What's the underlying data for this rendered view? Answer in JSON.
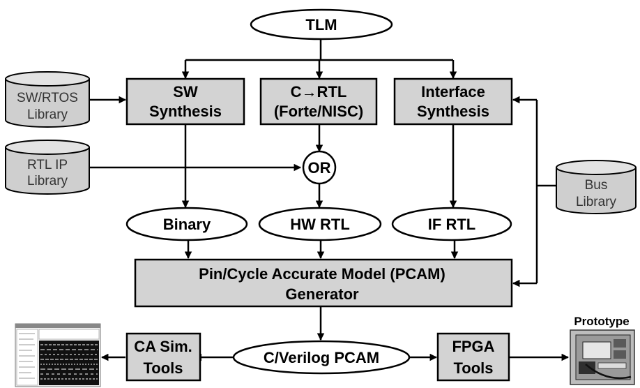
{
  "diagram": {
    "tlm": "TLM",
    "sw_synthesis": [
      "SW",
      "Synthesis"
    ],
    "c_rtl": [
      "C→RTL",
      "(Forte/NISC)"
    ],
    "interface_synthesis": [
      "Interface",
      "Synthesis"
    ],
    "sw_rtos_library": [
      "SW/RTOS",
      "Library"
    ],
    "rtl_ip_library": [
      "RTL IP",
      "Library"
    ],
    "bus_library": [
      "Bus",
      "Library"
    ],
    "or": "OR",
    "binary": "Binary",
    "hw_rtl": "HW RTL",
    "if_rtl": "IF RTL",
    "pcam_generator": [
      "Pin/Cycle Accurate Model (PCAM)",
      "Generator"
    ],
    "ca_sim_tools": [
      "CA Sim.",
      "Tools"
    ],
    "cverilog_pcam": "C/Verilog PCAM",
    "fpga_tools": [
      "FPGA",
      "Tools"
    ],
    "prototype": "Prototype"
  }
}
